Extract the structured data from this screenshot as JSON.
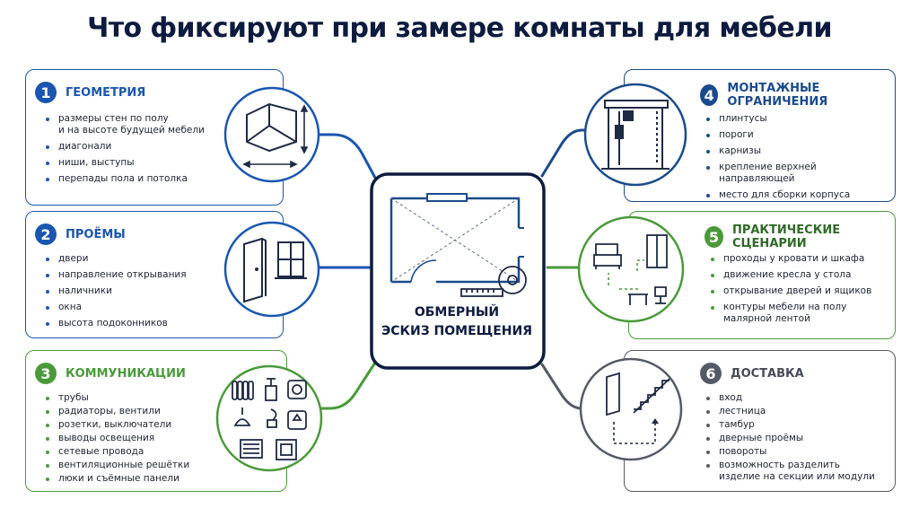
{
  "title": "Что фиксируют при замере комнаты для мебели",
  "center": {
    "line1": "ОБМЕРНЫЙ",
    "line2": "ЭСКИЗ ПОМЕЩЕНИЯ"
  },
  "colors": {
    "navy": "#0d1b3e",
    "blue": "#1a56b0",
    "dark_blue": "#1a4b8c",
    "green": "#4a9a3a",
    "gray": "#555b66"
  },
  "cards": [
    {
      "number": "1",
      "title": "ГЕОМЕТРИЯ",
      "icon": "room-geometry-icon",
      "items": [
        "размеры стен по полу",
        "и на высоте будущей мебели",
        "диагонали",
        "ниши, выступы",
        "перепады пола и потолка"
      ]
    },
    {
      "number": "2",
      "title": "ПРОЁМЫ",
      "icon": "door-window-icon",
      "items": [
        "двери",
        "направление открывания",
        "наличники",
        "окна",
        "высота подоконников"
      ]
    },
    {
      "number": "3",
      "title": "КОММУНИКАЦИИ",
      "icon": "utilities-icon",
      "items": [
        "трубы",
        "радиаторы, вентили",
        "розетки, выключатели",
        "выводы освещения",
        "сетевые провода",
        "вентиляционные решётки",
        "люки и съёмные панели"
      ]
    },
    {
      "number": "4",
      "title": "МОНТАЖНЫЕ ОГРАНИЧЕНИЯ",
      "icon": "cabinet-mounting-icon",
      "items": [
        "плинтусы",
        "пороги",
        "карнизы",
        "крепление верхней направляющей",
        "место для сборки корпуса"
      ]
    },
    {
      "number": "5",
      "title": "ПРАКТИЧЕСКИЕ СЦЕНАРИИ",
      "icon": "furniture-scenario-icon",
      "items": [
        "проходы у кровати и шкафа",
        "движение кресла у стола",
        "открывание дверей и ящиков",
        "контуры мебели на полу",
        "малярной лентой"
      ]
    },
    {
      "number": "6",
      "title": "ДОСТАВКА",
      "icon": "delivery-stairs-icon",
      "items": [
        "вход",
        "лестница",
        "тамбур",
        "дверные проёмы",
        "повороты",
        "возможность разделить",
        "изделие на секции или модули"
      ]
    }
  ]
}
